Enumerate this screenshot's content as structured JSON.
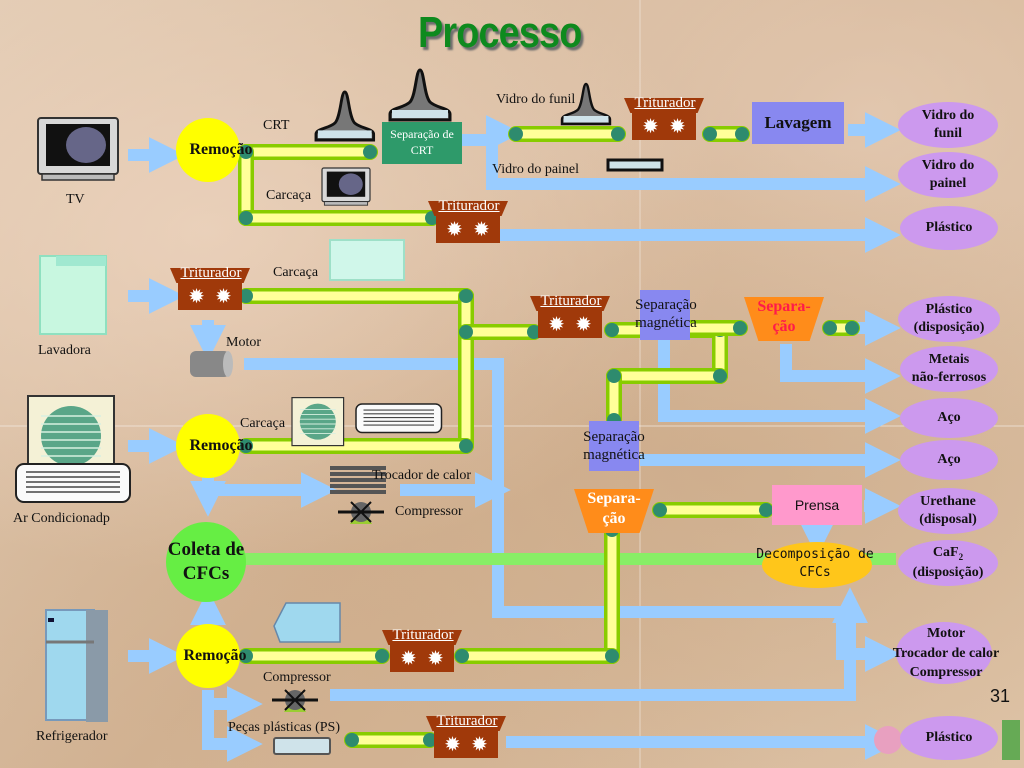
{
  "slide": {
    "title": "Processo",
    "page_number": "31"
  },
  "sources": {
    "tv": "TV",
    "washer": "Lavadora",
    "air_conditioner": "Ar Condicionadp",
    "refrigerator": "Refrigerador"
  },
  "nodes": {
    "removal_tv": "Remoção",
    "removal_ac": "Remoção",
    "removal_fridge": "Remoção",
    "cfc_collection": "Coleta de CFCs",
    "crt_separation": "Separação de CRT",
    "washing": "Lavagem",
    "shredder": "Triturador",
    "magnetic_separation_1": "Separação magnética",
    "magnetic_separation_2": "Separação magnética",
    "separation_1": "Separa-ção",
    "separation_2": "Separa-ção",
    "press": "Prensa",
    "cfc_decomposition": "Decomposição de CFCs"
  },
  "labels": {
    "crt": "CRT",
    "carcass_tv": "Carcaça",
    "carcass_washer": "Carcaça",
    "carcass_ac": "Carcaça",
    "funnel_glass": "Vidro do funil",
    "panel_glass": "Vidro do painel",
    "motor": "Motor",
    "heat_exchanger": "Trocador de calor",
    "compressor_ac": "Compressor",
    "compressor_fridge": "Compressor",
    "plastic_parts": "Peças plásticas (PS)"
  },
  "outputs": [
    {
      "id": "funnel_glass",
      "line1": "Vidro do",
      "line2": "funil"
    },
    {
      "id": "panel_glass",
      "line1": "Vidro do",
      "line2": "painel"
    },
    {
      "id": "plastic_1",
      "line1": "Plástico",
      "line2": ""
    },
    {
      "id": "plastic_disposal",
      "line1": "Plástico",
      "line2": "(disposição)"
    },
    {
      "id": "nonferrous",
      "line1": "Metais",
      "line2": "não-ferrosos"
    },
    {
      "id": "steel_1",
      "line1": "Aço",
      "line2": ""
    },
    {
      "id": "steel_2",
      "line1": "Aço",
      "line2": ""
    },
    {
      "id": "urethane",
      "line1": "Urethane",
      "line2": "(disposal)"
    },
    {
      "id": "caf2",
      "line1": "CaF",
      "sub": "2",
      "line2": "(disposição)"
    },
    {
      "id": "components",
      "line1": "Motor",
      "line2": "Trocador de calor",
      "line3": "Compressor"
    },
    {
      "id": "plastic_2",
      "line1": "Plástico",
      "line2": ""
    }
  ],
  "colors": {
    "title": "#0e8a1e",
    "removal": "#ffff00",
    "cfc_collection": "#66ee44",
    "shredder": "#a0390a",
    "output_oval": "#cc99ee",
    "arrow": "#99ccff",
    "conveyor_fill": "#ffff99",
    "conveyor_border": "#88cc00",
    "conveyor_roller": "#2e8b6e",
    "crt_box": "#2e9a6a",
    "magnetic_box": "#8888ee",
    "separation_funnel": "#ff8c1a",
    "press": "#ff99cc",
    "decomposition": "#ffc61a",
    "cfc_line": "#88ee66"
  }
}
